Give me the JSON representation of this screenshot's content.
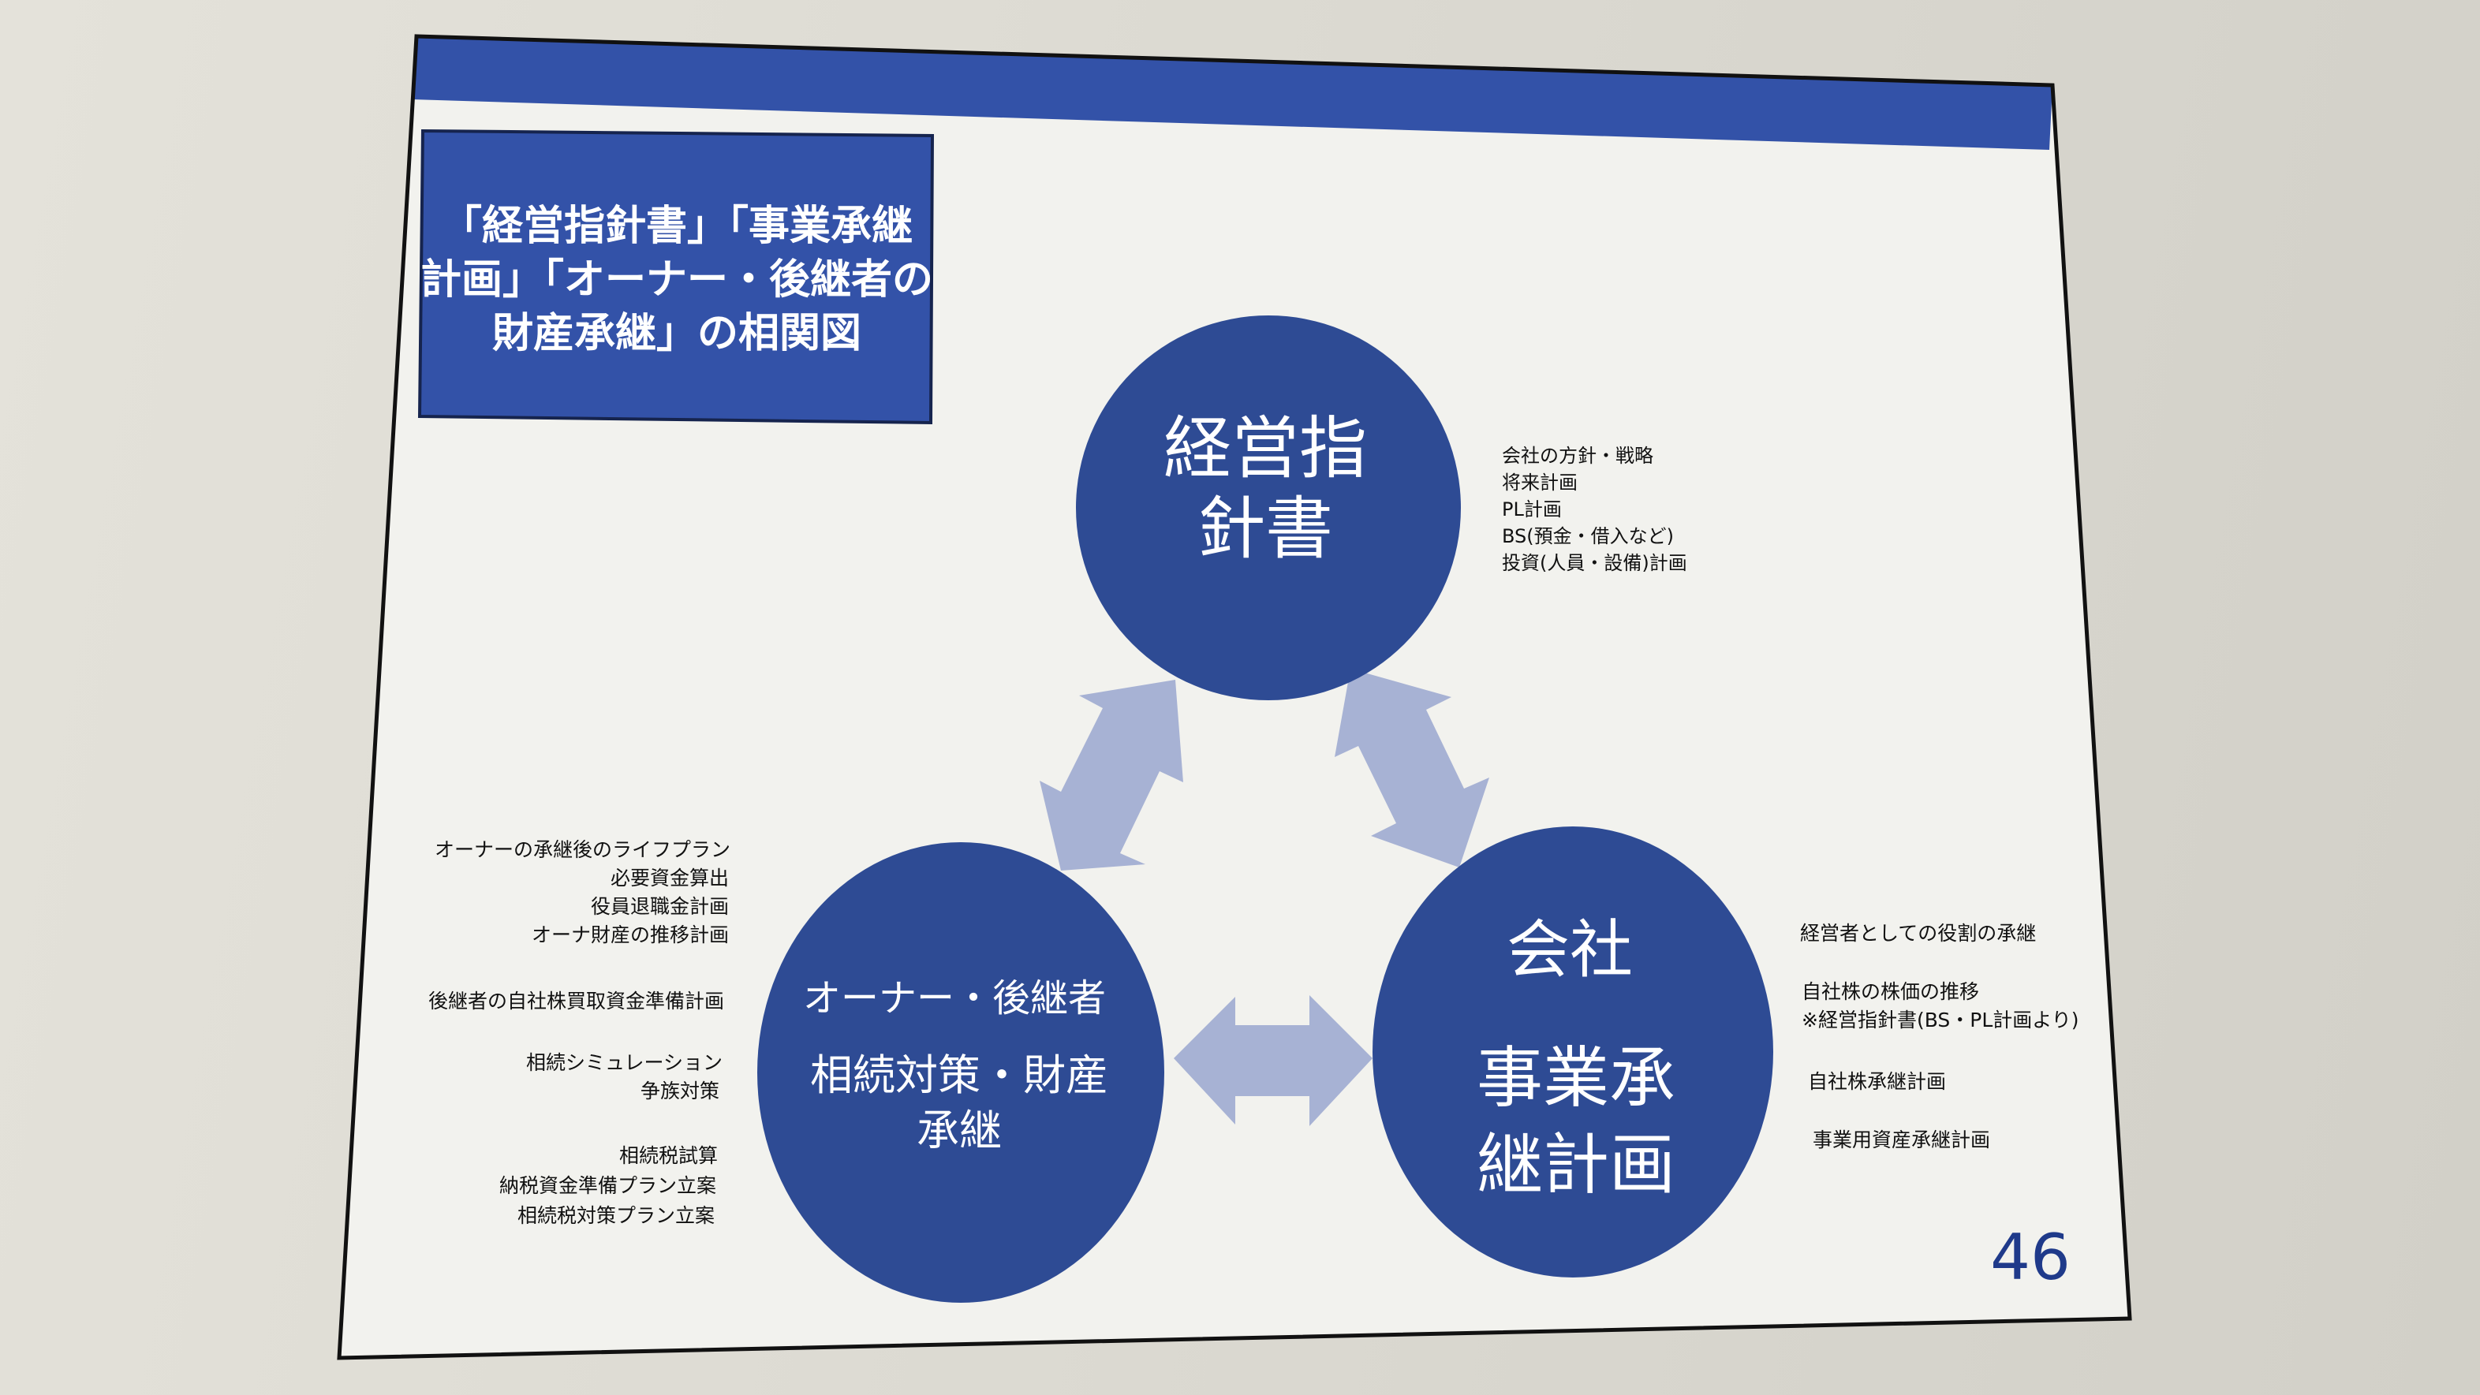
{
  "slide": {
    "title_lines": [
      "「経営指針書」「事業承継",
      "計画」「オーナー・後継者の",
      "財産承継」の相関図"
    ],
    "page_number": "46"
  },
  "circles": {
    "top": {
      "lines": [
        "経営指",
        "針書"
      ]
    },
    "left": {
      "lines": [
        "オーナー・後継者",
        "相続対策・財産",
        "承継"
      ]
    },
    "right": {
      "lines": [
        "会社",
        "事業承",
        "継計画"
      ]
    }
  },
  "notes": {
    "top": [
      "会社の方針・戦略",
      "将来計画",
      "PL計画",
      "BS(預金・借入など)",
      "投資(人員・設備)計画"
    ],
    "left": [
      "オーナーの承継後のライフプラン",
      "必要資金算出",
      "役員退職金計画",
      "オーナ財産の推移計画",
      "後継者の自社株買取資金準備計画",
      "相続シミュレーション",
      "争族対策",
      "相続税試算",
      "納税資金準備プラン立案",
      "相続税対策プラン立案"
    ],
    "right": [
      "経営者としての役割の承継",
      "自社株の株価の推移",
      "※経営指針書(BS・PL計画より)",
      "自社株承継計画",
      "事業用資産承継計画"
    ]
  },
  "colors": {
    "circle": "#2e4b94",
    "band": "#3352a8",
    "arrow": "#a2aed2",
    "slide_bg": "#f2f2ee",
    "frame": "#111111"
  }
}
